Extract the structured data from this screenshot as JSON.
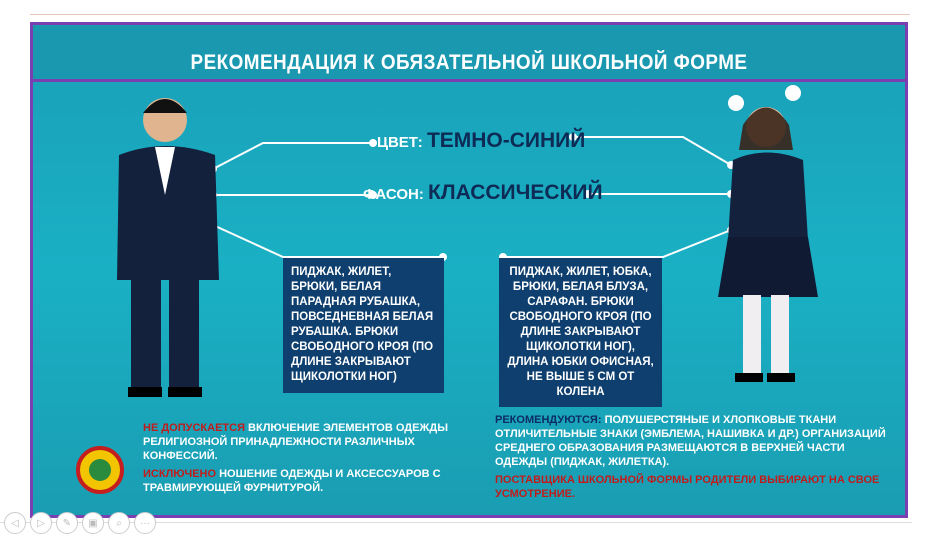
{
  "slide": {
    "title": "РЕКОМЕНДАЦИЯ К ОБЯЗАТЕЛЬНОЙ ШКОЛЬНОЙ ФОРМЕ",
    "color_label": "ЦВЕТ:",
    "color_value": "ТЕМНО-СИНИЙ",
    "style_label": "ФАСОН:",
    "style_value": "КЛАССИЧЕСКИЙ",
    "boys_box": "Пиджак, жилет, брюки, белая парадная рубашка, повседневная белая рубашка. Брюки свободного кроя (по длине закрывают щиколотки ног)",
    "girls_box": "Пиджак, жилет, юбка, брюки, белая блуза, сарафан. Брюки свободного кроя (по длине закрывают щиколотки ног), длина юбки офисная, не выше 5 см от колена",
    "not_allowed_label": "Не допускается",
    "not_allowed_text": " включение элементов одежды религиозной принадлежности различных конфессий.",
    "excluded_label": "Исключено",
    "excluded_text": " ношение одежды и аксессуаров с травмирующей фурнитурой.",
    "recommended_label": "Рекомендуются:",
    "recommended_text": " полушерстяные и хлопковые ткани отличительные знаки (эмблема, нашивка и др.) организаций среднего образования размещаются в верхней части одежды (пиджак, жилетка).",
    "supplier_text": "Поставщика школьной формы родители выбирают на свое усмотрение."
  },
  "colors": {
    "background": "#1aa6bc",
    "frame": "#7a3fb0",
    "box": "#0e3f6e",
    "warning": "#c01c1c"
  },
  "controls": [
    "previous-icon",
    "next-icon",
    "pen-icon",
    "slides-icon",
    "zoom-icon",
    "more-icon"
  ],
  "control_glyphs": [
    "◁",
    "▷",
    "✎",
    "▣",
    "⌕",
    "···"
  ]
}
